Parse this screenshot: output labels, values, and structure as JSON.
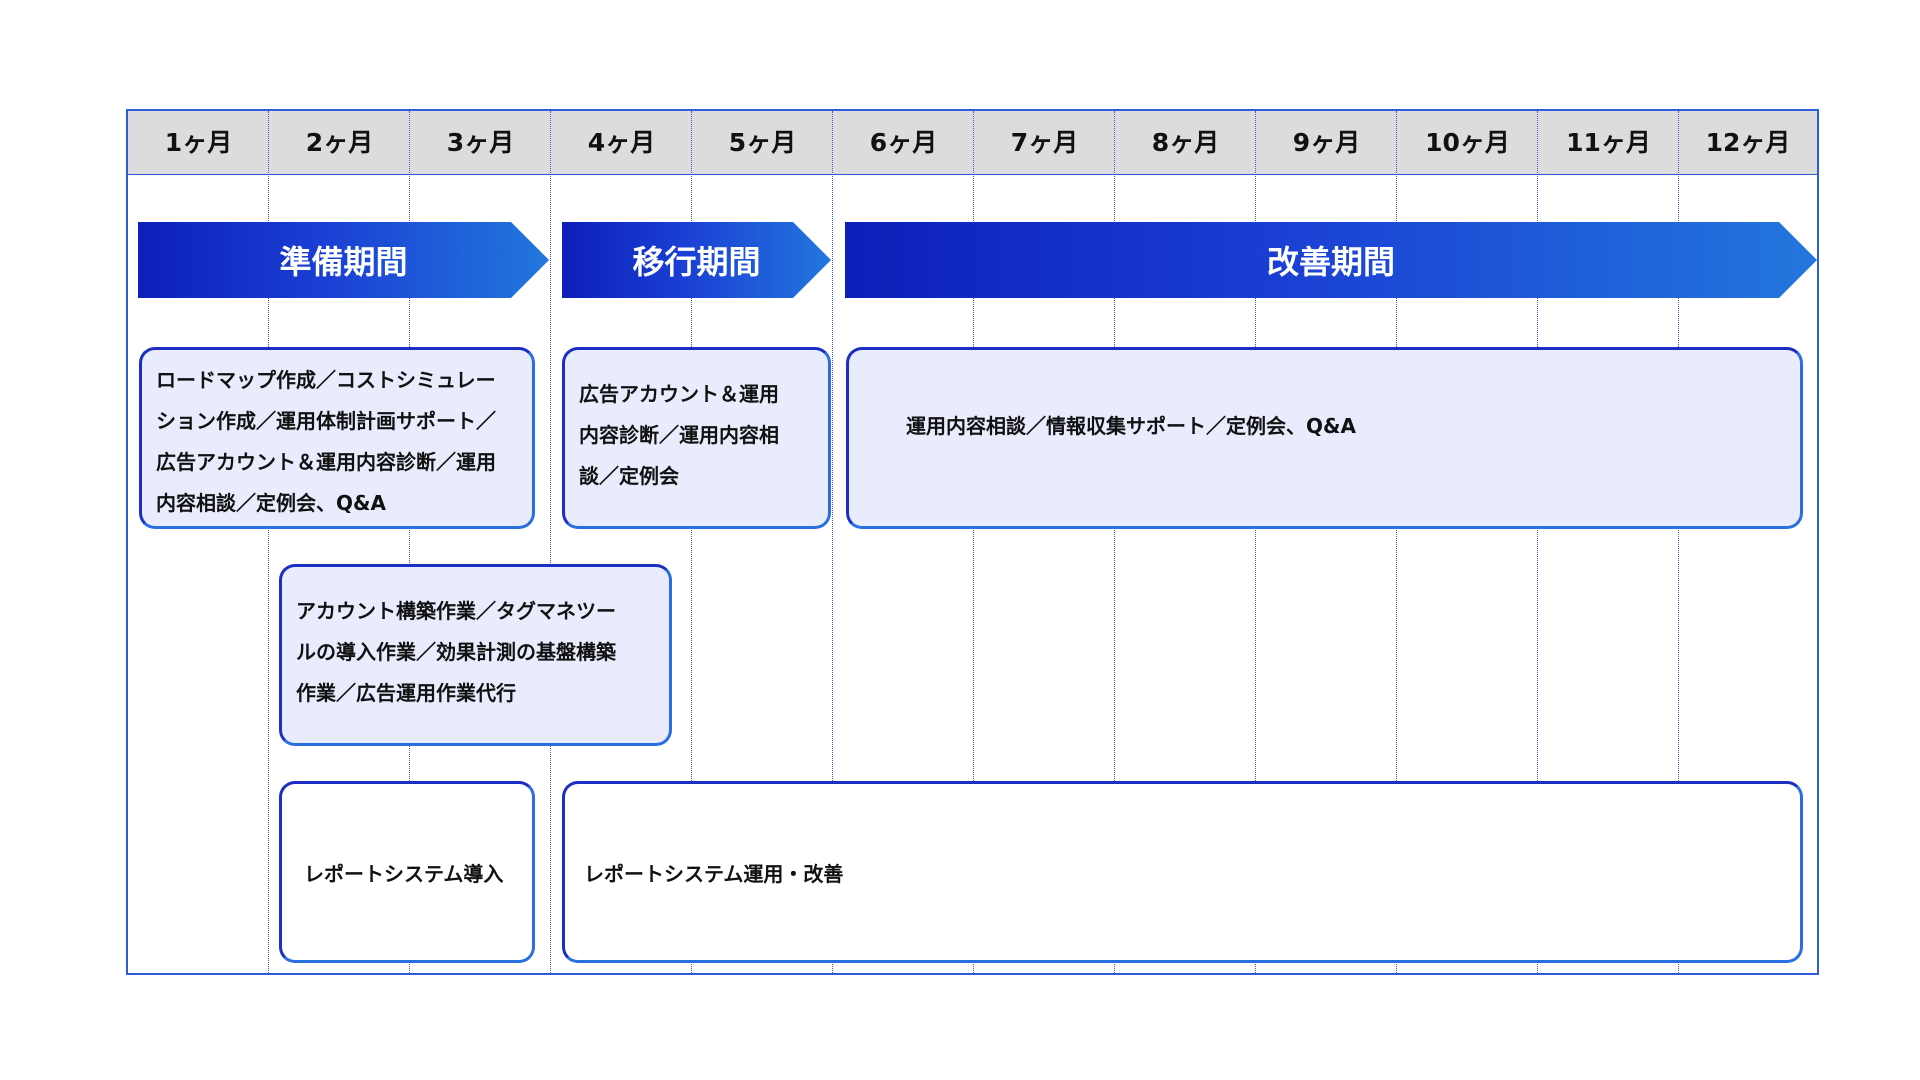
{
  "months": [
    "1ヶ月",
    "2ヶ月",
    "3ヶ月",
    "4ヶ月",
    "5ヶ月",
    "6ヶ月",
    "7ヶ月",
    "8ヶ月",
    "9ヶ月",
    "10ヶ月",
    "11ヶ月",
    "12ヶ月"
  ],
  "phases": [
    {
      "label": "準備期間"
    },
    {
      "label": "移行期間"
    },
    {
      "label": "改善期間"
    }
  ],
  "tasks": [
    {
      "lines": [
        "ロードマップ作成／コストシミュレー",
        "ション作成／運用体制計画サポート／",
        "広告アカウント＆運用内容診断／運用",
        "内容相談／定例会、Q&A"
      ]
    },
    {
      "lines": [
        "広告アカウント＆運用",
        "内容診断／運用内容相",
        "談／定例会"
      ]
    },
    {
      "lines": [
        "運用内容相談／情報収集サポート／定例会、Q&A"
      ]
    },
    {
      "lines": [
        "アカウント構築作業／タグマネツー",
        "ルの導入作業／効果計測の基盤構築",
        "作業／広告運用作業代行"
      ]
    },
    {
      "lines": [
        "レポートシステム導入"
      ]
    },
    {
      "lines": [
        "レポートシステム運用・改善"
      ]
    }
  ],
  "colors": {
    "frame": "#2f5ad9",
    "header_bg": "#dcdcdc",
    "phase_start": "#0d1fb8",
    "phase_end": "#2277dd",
    "task_fill": "#e8ecfc"
  }
}
